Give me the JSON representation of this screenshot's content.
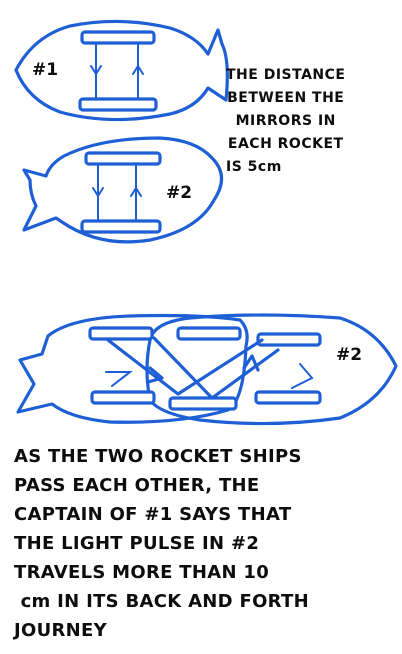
{
  "labels": {
    "rocket1": "#1",
    "rocket2_top": "#2",
    "rocket2_bottom": "#2"
  },
  "note": {
    "lines": [
      "THE DISTANCE",
      "BETWEEN THE",
      "MIRRORS IN",
      "EACH ROCKET",
      "IS 5cm"
    ]
  },
  "caption": {
    "lines": [
      "AS THE TWO ROCKET SHIPS",
      "PASS EACH OTHER,  THE",
      "CAPTAIN OF #1 SAYS THAT",
      "THE LIGHT PULSE IN #2",
      "TRAVELS MORE THAN 10",
      " cm IN ITS BACK AND FORTH",
      "JOURNEY"
    ]
  },
  "colors": {
    "ink": "#1f5fd6",
    "text": "#0d0d0d"
  }
}
